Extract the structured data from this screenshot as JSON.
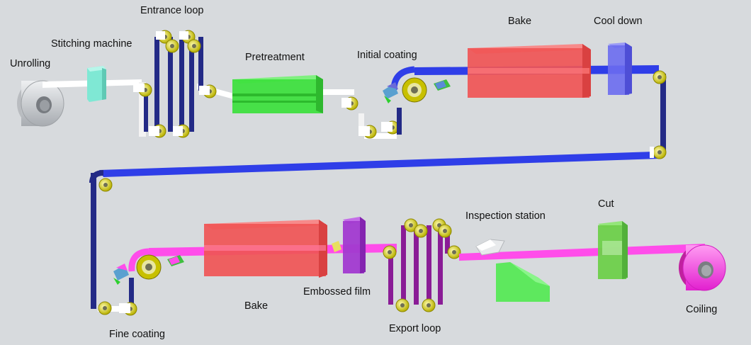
{
  "labels": {
    "unrolling": "Unrolling",
    "stitching_machine": "Stitching machine",
    "entrance_loop": "Entrance loop",
    "pretreatment": "Pretreatment",
    "initial_coating": "Initial coating",
    "bake_top": "Bake",
    "cool_down": "Cool down",
    "bake_bottom": "Bake",
    "embossed_film": "Embossed film",
    "export_loop": "Export loop",
    "inspection_station": "Inspection station",
    "cut": "Cut",
    "coiling": "Coiling",
    "fine_coating": "Fine coating"
  },
  "colors": {
    "background": "#d7dadd",
    "strip_white": "#ffffff",
    "strip_blue": "#2f3ee8",
    "strip_pink": "#ff4dea",
    "loop_navy": "#232a86",
    "loop_purple": "#8a1c96",
    "roller_yellow": "#d8d200",
    "oven_red": "#f05555",
    "pretreatment_green": "#3fe03f",
    "cool_blue": "#6c6cf0",
    "emboss_purple": "#a23ad0",
    "coil_grey": "#c4c7cb",
    "coil_pink": "#ff3ce8",
    "stitch_cyan": "#7fe8d4",
    "cut_green": "#6ed04a",
    "inspection_green": "#5ee85e"
  }
}
